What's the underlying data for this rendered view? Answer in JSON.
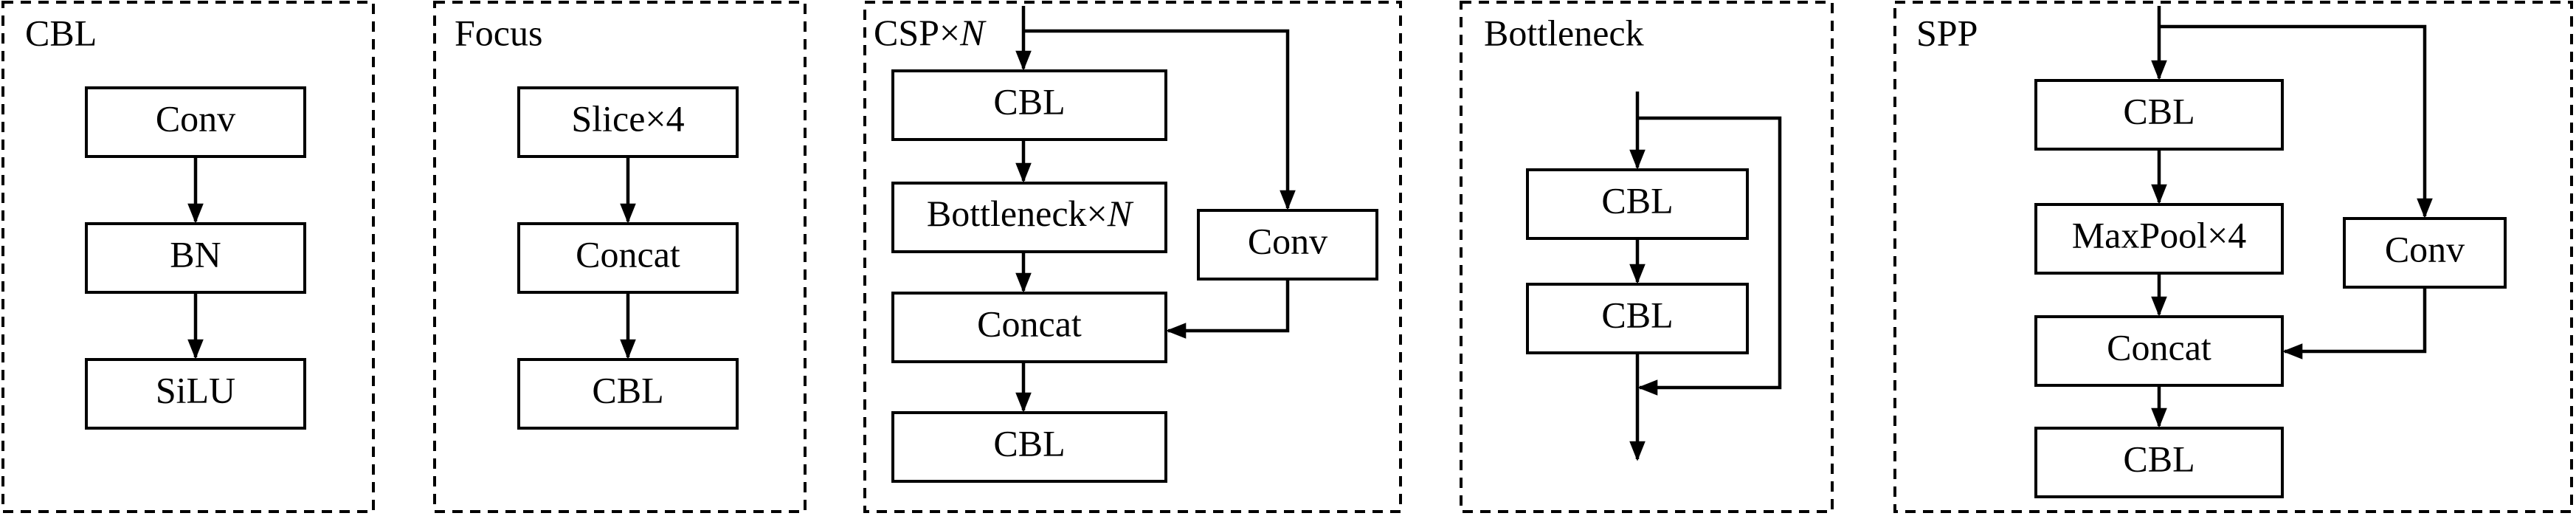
{
  "panels": {
    "cbl": {
      "title": "CBL",
      "nodes": [
        "Conv",
        "BN",
        "SiLU"
      ]
    },
    "focus": {
      "title": "Focus",
      "nodes": [
        "Slice×4",
        "Concat",
        "CBL"
      ]
    },
    "csp": {
      "title_main": "CSP×",
      "title_var": "N",
      "nodes": {
        "cbl_top": "CBL",
        "bottleneck_main": "Bottleneck×",
        "bottleneck_var": "N",
        "conv": "Conv",
        "concat": "Concat",
        "cbl_bottom": "CBL"
      }
    },
    "bottleneck": {
      "title": "Bottleneck",
      "nodes": [
        "CBL",
        "CBL"
      ]
    },
    "spp": {
      "title": "SPP",
      "nodes": {
        "cbl_top": "CBL",
        "maxpool": "MaxPool×4",
        "conv": "Conv",
        "concat": "Concat",
        "cbl_bottom": "CBL"
      }
    }
  }
}
